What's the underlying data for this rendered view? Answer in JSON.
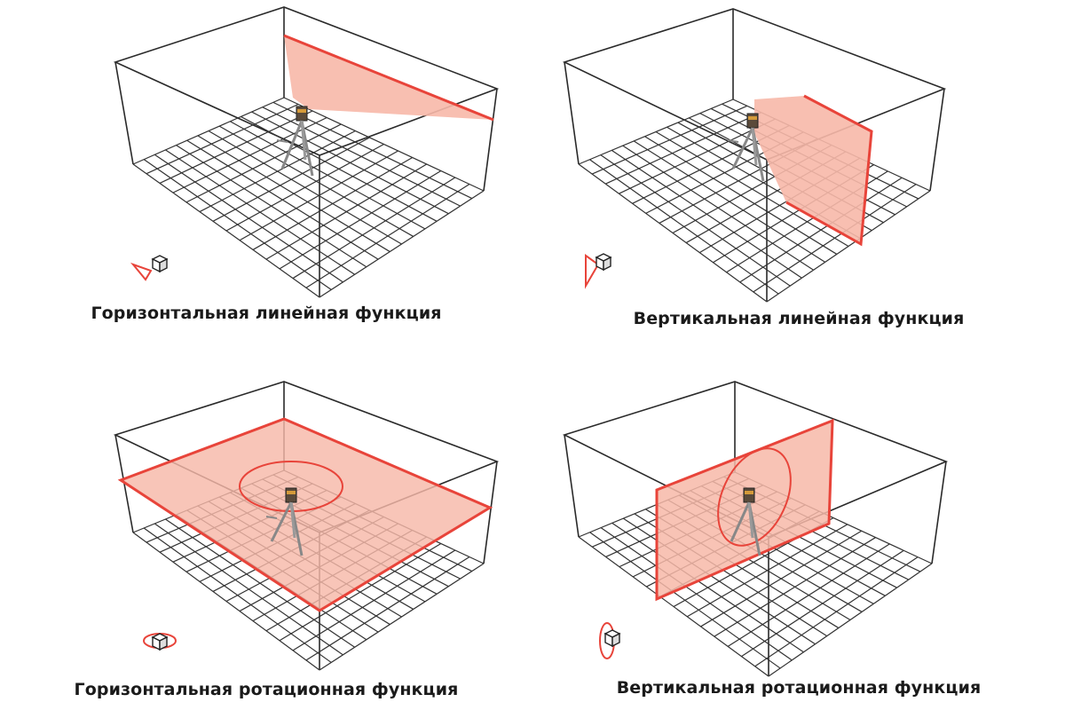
{
  "panels": [
    {
      "id": "horizontal-line",
      "caption": "Горизонтальная линейная функция"
    },
    {
      "id": "vertical-line",
      "caption": "Вертикальная линейная функция"
    },
    {
      "id": "horizontal-rotation",
      "caption": "Горизонтальная ротационная функция"
    },
    {
      "id": "vertical-rotation",
      "caption": "Вертикальная ротационная функция"
    }
  ],
  "colors": {
    "laser_line": "#e8443a",
    "laser_fill": "#f7b8a8",
    "box_edge": "#2a2a2a",
    "grid": "#333333",
    "caption_text": "#1a1a1a"
  },
  "icons": [
    "cube-with-laser-fan-icon",
    "cube-with-laser-ring-icon",
    "tripod-laser-level-icon"
  ]
}
